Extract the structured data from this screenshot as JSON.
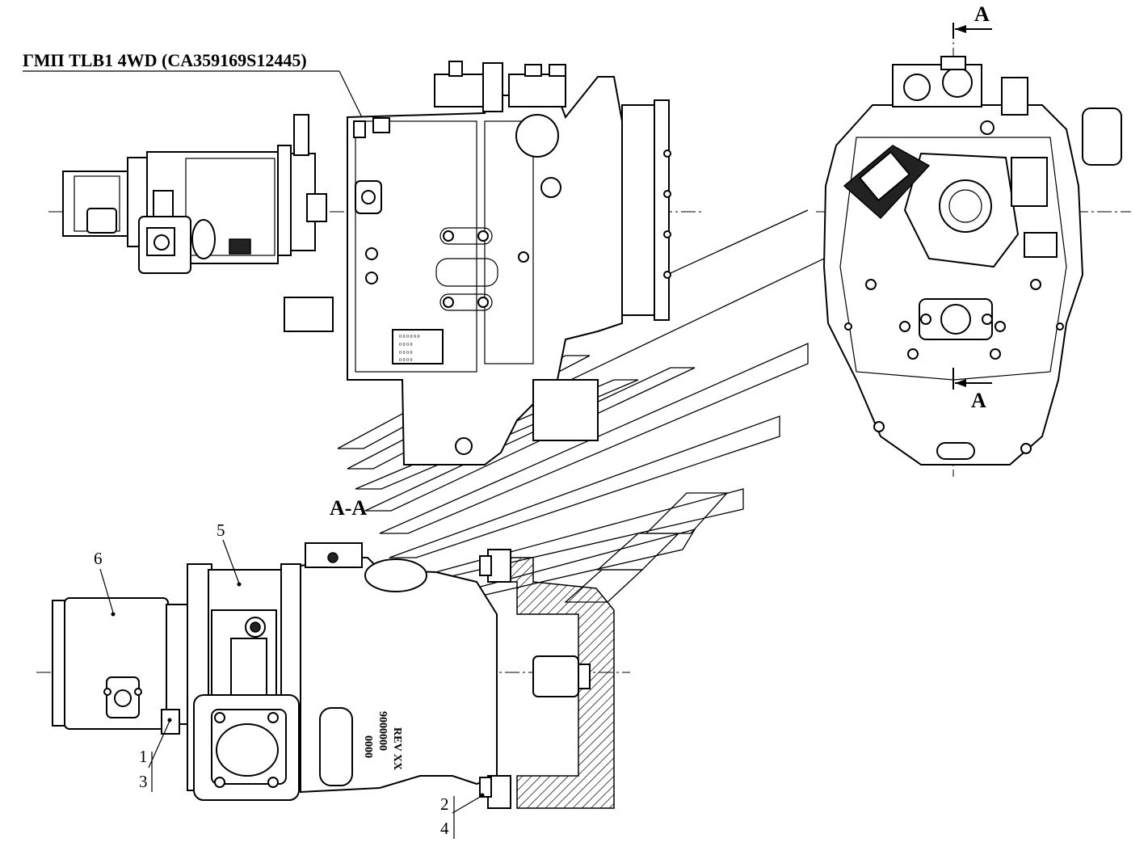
{
  "title": "ГМП TLB1 4WD (CA359169S12445)",
  "section_marks": {
    "top": "A",
    "bottom": "A",
    "section_title": "A-A"
  },
  "callouts": [
    "1",
    "2",
    "3",
    "4",
    "5",
    "6"
  ],
  "nameplate_text": [
    "0 0 0 0 0 0",
    "0 0 0 0",
    "0 0 0 0",
    "0 0 0 0"
  ],
  "pump_body_marking": [
    "REV XX",
    "9000000",
    "0000"
  ]
}
